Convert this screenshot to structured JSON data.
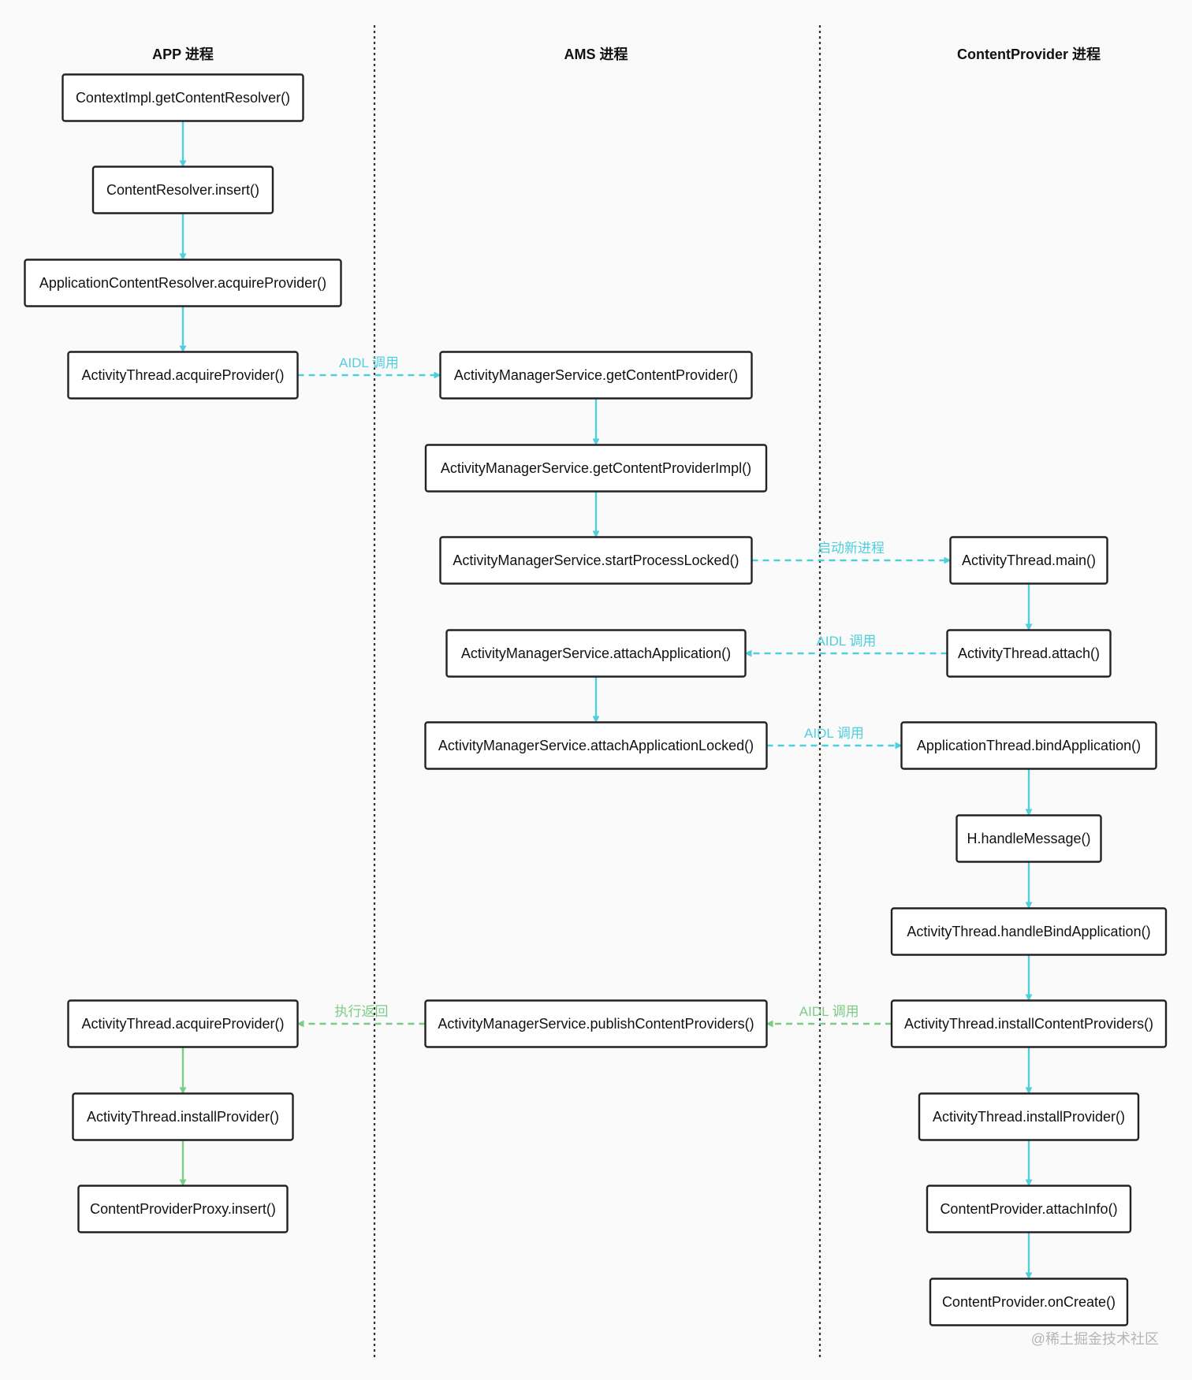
{
  "lanes": [
    {
      "id": "app",
      "title": "APP 进程"
    },
    {
      "id": "ams",
      "title": "AMS 进程"
    },
    {
      "id": "cp",
      "title": "ContentProvider 进程"
    }
  ],
  "colors": {
    "call": "#4fcfdc",
    "return": "#7ccc86",
    "border": "#222222",
    "divider": "#333333",
    "watermark": "#b5b5b5"
  },
  "nodes": [
    {
      "id": "n1",
      "lane": "app",
      "label": "ContextImpl.getContentResolver()"
    },
    {
      "id": "n2",
      "lane": "app",
      "label": "ContentResolver.insert()"
    },
    {
      "id": "n3",
      "lane": "app",
      "label": "ApplicationContentResolver.acquireProvider()"
    },
    {
      "id": "n4",
      "lane": "app",
      "label": "ActivityThread.acquireProvider()"
    },
    {
      "id": "n5",
      "lane": "ams",
      "label": "ActivityManagerService.getContentProvider()"
    },
    {
      "id": "n6",
      "lane": "ams",
      "label": "ActivityManagerService.getContentProviderImpl()"
    },
    {
      "id": "n7",
      "lane": "ams",
      "label": "ActivityManagerService.startProcessLocked()"
    },
    {
      "id": "n8",
      "lane": "cp",
      "label": "ActivityThread.main()"
    },
    {
      "id": "n9",
      "lane": "cp",
      "label": "ActivityThread.attach()"
    },
    {
      "id": "n10",
      "lane": "ams",
      "label": "ActivityManagerService.attachApplication()"
    },
    {
      "id": "n11",
      "lane": "ams",
      "label": "ActivityManagerService.attachApplicationLocked()"
    },
    {
      "id": "n12",
      "lane": "cp",
      "label": "ApplicationThread.bindApplication()"
    },
    {
      "id": "n13",
      "lane": "cp",
      "label": "H.handleMessage()"
    },
    {
      "id": "n14",
      "lane": "cp",
      "label": "ActivityThread.handleBindApplication()"
    },
    {
      "id": "n15",
      "lane": "cp",
      "label": "ActivityThread.installContentProviders()"
    },
    {
      "id": "n16",
      "lane": "ams",
      "label": "ActivityManagerService.publishContentProviders()"
    },
    {
      "id": "n17",
      "lane": "app",
      "label": "ActivityThread.acquireProvider()"
    },
    {
      "id": "n18",
      "lane": "app",
      "label": "ActivityThread.installProvider()"
    },
    {
      "id": "n19",
      "lane": "app",
      "label": "ContentProviderProxy.insert()"
    },
    {
      "id": "n20",
      "lane": "cp",
      "label": "ActivityThread.installProvider()"
    },
    {
      "id": "n21",
      "lane": "cp",
      "label": "ContentProvider.attachInfo()"
    },
    {
      "id": "n22",
      "lane": "cp",
      "label": "ContentProvider.onCreate()"
    }
  ],
  "edges": [
    {
      "from": "n1",
      "to": "n2",
      "kind": "call",
      "label": ""
    },
    {
      "from": "n2",
      "to": "n3",
      "kind": "call",
      "label": ""
    },
    {
      "from": "n3",
      "to": "n4",
      "kind": "call",
      "label": ""
    },
    {
      "from": "n4",
      "to": "n5",
      "kind": "call",
      "label": "AIDL 调用"
    },
    {
      "from": "n5",
      "to": "n6",
      "kind": "call",
      "label": ""
    },
    {
      "from": "n6",
      "to": "n7",
      "kind": "call",
      "label": ""
    },
    {
      "from": "n7",
      "to": "n8",
      "kind": "call",
      "label": "启动新进程"
    },
    {
      "from": "n8",
      "to": "n9",
      "kind": "call",
      "label": ""
    },
    {
      "from": "n9",
      "to": "n10",
      "kind": "call",
      "label": "AIDL 调用"
    },
    {
      "from": "n10",
      "to": "n11",
      "kind": "call",
      "label": ""
    },
    {
      "from": "n11",
      "to": "n12",
      "kind": "call",
      "label": "AIDL 调用"
    },
    {
      "from": "n12",
      "to": "n13",
      "kind": "call",
      "label": ""
    },
    {
      "from": "n13",
      "to": "n14",
      "kind": "call",
      "label": ""
    },
    {
      "from": "n14",
      "to": "n15",
      "kind": "call",
      "label": ""
    },
    {
      "from": "n15",
      "to": "n16",
      "kind": "return",
      "label": "AIDL 调用"
    },
    {
      "from": "n16",
      "to": "n17",
      "kind": "return",
      "label": "执行返回"
    },
    {
      "from": "n17",
      "to": "n18",
      "kind": "return",
      "label": ""
    },
    {
      "from": "n18",
      "to": "n19",
      "kind": "return",
      "label": ""
    },
    {
      "from": "n15",
      "to": "n20",
      "kind": "call",
      "label": ""
    },
    {
      "from": "n20",
      "to": "n21",
      "kind": "call",
      "label": ""
    },
    {
      "from": "n21",
      "to": "n22",
      "kind": "call",
      "label": ""
    }
  ],
  "watermark": "@稀土掘金技术社区"
}
